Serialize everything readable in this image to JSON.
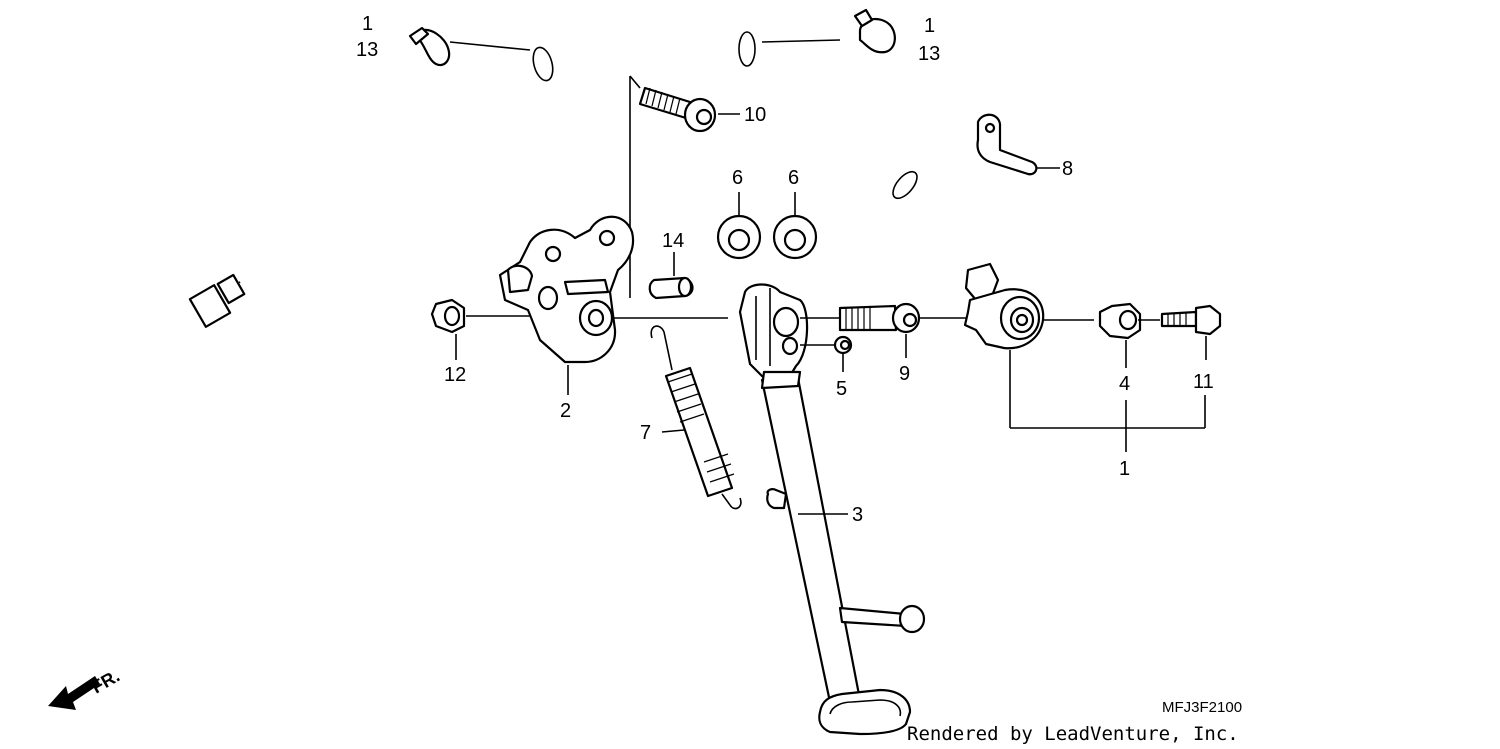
{
  "diagram": {
    "part_labels": {
      "clip_left_1": "1",
      "clip_left_13": "13",
      "clip_right_1": "1",
      "clip_right_13": "13",
      "bolt_10": "10",
      "bracket_8": "8",
      "washer_6a": "6",
      "washer_6b": "6",
      "collar_14": "14",
      "nut_12": "12",
      "bracket_2": "2",
      "nut_5": "5",
      "bolt_9": "9",
      "washer_4": "4",
      "bolt_11": "11",
      "spring_7": "7",
      "stand_3": "3",
      "switch_1": "1"
    },
    "direction_label": "FR.",
    "diagram_code": "MFJ3F2100",
    "credit": "Rendered by LeadVenture, Inc."
  }
}
